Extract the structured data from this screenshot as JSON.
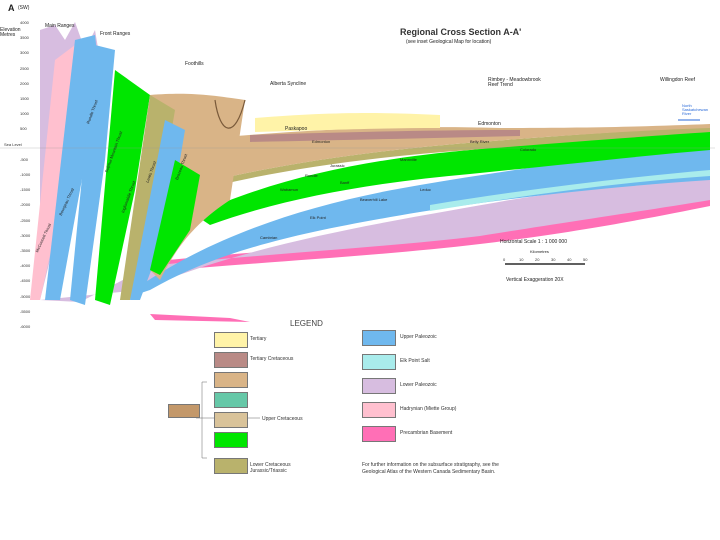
{
  "corner": {
    "letter": "A",
    "unit": "(SW)"
  },
  "elevation_axis": {
    "label": "Elevation Metres",
    "ticks": [
      "4000",
      "3500",
      "3000",
      "2500",
      "2000",
      "1500",
      "1000",
      "500",
      "Sea Level",
      "-500",
      "-1000",
      "-1500",
      "-2000",
      "-2500",
      "-3000",
      "-3500",
      "-4000",
      "-4500",
      "-5000",
      "-5500",
      "-6000"
    ]
  },
  "title": "Regional Cross Section A-A'",
  "subtitle": "(see inset Geological Map for location)",
  "surface_labels": {
    "main_ranges": "Main Ranges",
    "front_ranges": "Front Ranges",
    "foothills": "Foothills",
    "alberta_syncline": "Alberta Syncline",
    "rimbey_meadowbrook": "Rimbey - Meadowbrook Reef Trend",
    "willingdon_reef": "Willingdon Reef",
    "edmonton": "Edmonton",
    "river": "North Saskatchewan River"
  },
  "formations": {
    "paskapoo": "Paskapoo",
    "edmonton_grp": "Edmonton",
    "belly_river": "Belly River",
    "colorado": "Colorado",
    "mannville": "Mannville",
    "jurassic": "Jurassic",
    "rundle": "Rundle",
    "banff": "Banff",
    "wabamun": "Wabamun",
    "leduc": "Leduc",
    "beaverhill": "Beaverhill Lake",
    "elk_point": "Elk Point",
    "cambrian": "Cambrian"
  },
  "thrusts": [
    "McConnell Thrust",
    "Bourgeau Thrust",
    "Rundle Thrust",
    "Sulphur Mountain Thrust",
    "Inglismaldie Thrust",
    "Lewis Thrust",
    "Brazeau Thrust"
  ],
  "scale": {
    "horizontal": "Horizontal Scale 1 : 1 000 000",
    "km_label": "Kilometres",
    "km_ticks": [
      "0",
      "10",
      "20",
      "30",
      "40",
      "50"
    ],
    "vertical": "Vertical Exaggeration 20X"
  },
  "legend": {
    "title": "LEGEND",
    "left_items": [
      {
        "label": "Tertiary",
        "color": "#fff3a8"
      },
      {
        "label": "Tertiary Cretaceous",
        "color": "#b98a86"
      },
      {
        "label": "",
        "color": "#d9b487"
      },
      {
        "label": "",
        "color": "#66c8a8"
      },
      {
        "label": "",
        "color": "#d9c39a"
      },
      {
        "label": "",
        "color": "#00e600"
      },
      {
        "label": "Lower Cretaceous\nJurassic/Triassic",
        "color": "#b9b26c"
      }
    ],
    "upper_cretaceous_label": "Upper Cretaceous",
    "side_swatch_color": "#c3986a",
    "right_items": [
      {
        "label": "Upper Paleozoic",
        "color": "#6fb8ee"
      },
      {
        "label": "Elk Point Salt",
        "color": "#a9ecec"
      },
      {
        "label": "Lower Paleozoic",
        "color": "#d7bde0"
      },
      {
        "label": "Hadrynian (Miette Group)",
        "color": "#ffc0cf"
      },
      {
        "label": "Precambrian Basement",
        "color": "#ff6fb6"
      }
    ],
    "note": "For further information on the subsurface stratigraphy, see the Geological Atlas of the Western Canada Sedimentary Basin."
  }
}
